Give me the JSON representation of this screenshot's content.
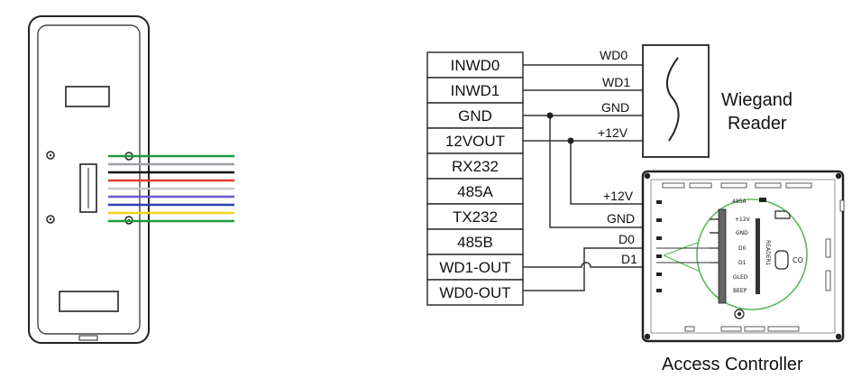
{
  "pin_labels": [
    "INWD0",
    "INWD1",
    "GND",
    "12VOUT",
    "RX232",
    "485A",
    "TX232",
    "485B",
    "WD1-OUT",
    "WD0-OUT"
  ],
  "wire_labels": {
    "wd0": "WD0",
    "wd1": "WD1",
    "gnd_reader": "GND",
    "v12_reader": "+12V",
    "v12_controller": "+12V",
    "gnd_controller": "GND",
    "d0": "D0",
    "d1": "D1"
  },
  "reader": {
    "title_line1": "Wiegand",
    "title_line2": "Reader"
  },
  "controller": {
    "title": "Access Controller",
    "zoom_labels": [
      "485A",
      "+12V",
      "GND",
      "D0",
      "D1",
      "GLED",
      "BEEP"
    ],
    "reader_label": "READER1",
    "co_label": "CO"
  },
  "cable_colors": [
    "#1f9a3e",
    "#9aa0a6",
    "#111111",
    "#e23b2e",
    "#c9c9c9",
    "#6a5acd",
    "#2b3fb3",
    "#f2d21b",
    "#1f9a3e"
  ]
}
